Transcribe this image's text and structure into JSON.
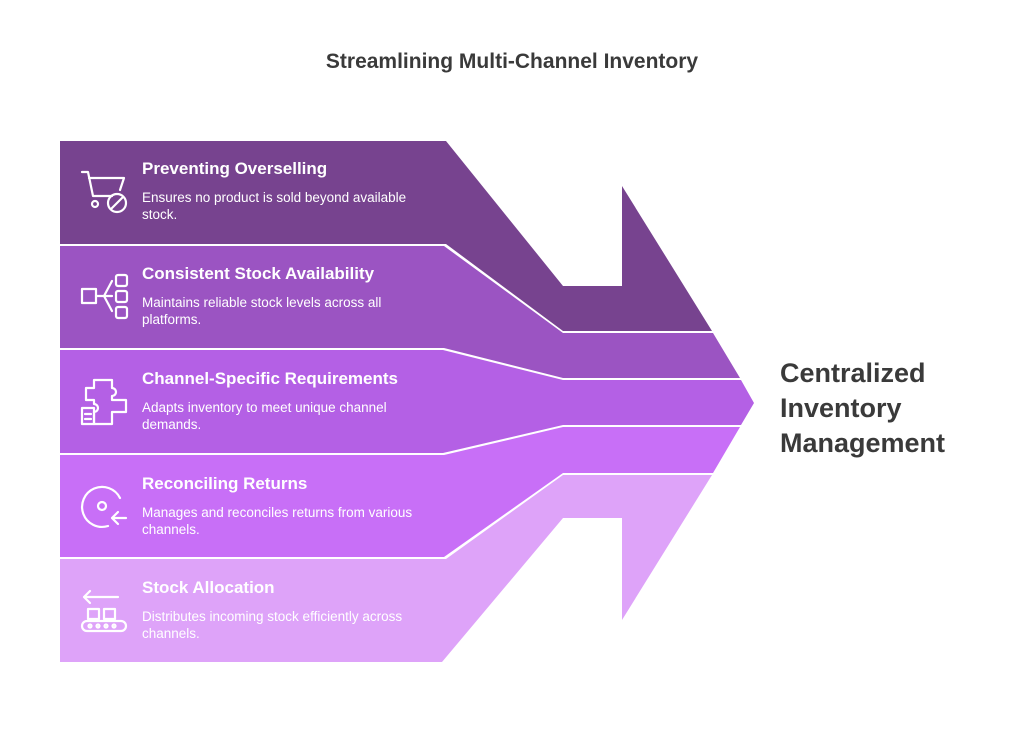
{
  "title": "Streamlining Multi-Channel Inventory",
  "outcome": {
    "lines": [
      "Centralized",
      "Inventory",
      "Management"
    ]
  },
  "rows": [
    {
      "heading": "Preventing Overselling",
      "desc_lines": [
        "Ensures no product is sold beyond available",
        "stock."
      ],
      "icon": "cart-prohibited-icon",
      "color": "#77438f"
    },
    {
      "heading": "Consistent Stock Availability",
      "desc_lines": [
        "Maintains reliable stock levels across all",
        "platforms."
      ],
      "icon": "distribution-network-icon",
      "color": "#9b54c2"
    },
    {
      "heading": "Channel-Specific Requirements",
      "desc_lines": [
        "Adapts inventory to meet unique channel",
        "demands."
      ],
      "icon": "puzzle-document-icon",
      "color": "#b460e5"
    },
    {
      "heading": "Reconciling Returns",
      "desc_lines": [
        "Manages and reconciles returns from various",
        "channels."
      ],
      "icon": "return-arrow-circle-icon",
      "color": "#c86ff7"
    },
    {
      "heading": "Stock Allocation",
      "desc_lines": [
        "Distributes incoming stock efficiently across",
        "channels."
      ],
      "icon": "conveyor-arrow-icon",
      "color": "#dea3f9"
    }
  ]
}
